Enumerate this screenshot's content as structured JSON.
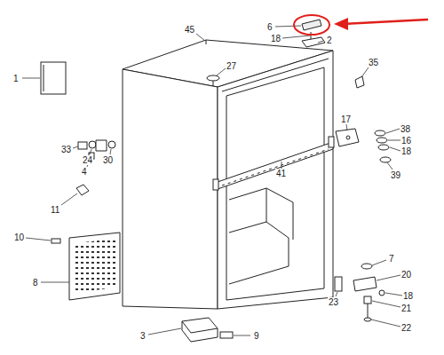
{
  "diagram": {
    "labels": [
      "1",
      "45",
      "6",
      "18",
      "2",
      "27",
      "35",
      "33",
      "24",
      "4",
      "30",
      "17",
      "38",
      "16",
      "18",
      "39",
      "41",
      "11",
      "10",
      "8",
      "7",
      "20",
      "23",
      "18",
      "21",
      "22",
      "3",
      "9"
    ]
  }
}
